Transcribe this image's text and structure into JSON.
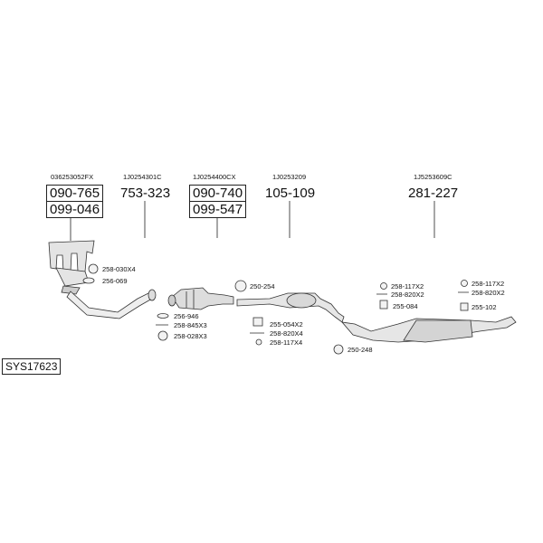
{
  "diagram_code": "SYS17623",
  "columns": [
    {
      "oem": "036253052FX",
      "parts": [
        "090-765",
        "099-046"
      ],
      "boxed": true
    },
    {
      "oem": "1J0254301C",
      "parts": [
        "753-323"
      ],
      "boxed": false
    },
    {
      "oem": "1J0254400CX",
      "parts": [
        "090-740",
        "099-547"
      ],
      "boxed": true
    },
    {
      "oem": "1J0253209",
      "parts": [
        "105-109"
      ],
      "boxed": false
    },
    {
      "oem": "1J5253609C",
      "parts": [
        "281-227"
      ],
      "boxed": false
    }
  ],
  "fittings": [
    {
      "id": "f1",
      "label": "258-030X4",
      "icon": "nut-icon"
    },
    {
      "id": "f2",
      "label": "256-069",
      "icon": "gasket-icon"
    },
    {
      "id": "f3",
      "label": "256-946",
      "icon": "gasket-icon"
    },
    {
      "id": "f4",
      "label": "258-845X3",
      "icon": "bolt-icon"
    },
    {
      "id": "f5",
      "label": "258-028X3",
      "icon": "nut-icon"
    },
    {
      "id": "f6",
      "label": "250-254",
      "icon": "clamp-icon"
    },
    {
      "id": "f7",
      "label": "255-054X2",
      "icon": "rubber-mount-icon"
    },
    {
      "id": "f8",
      "label": "258-820X4",
      "icon": "bolt-icon"
    },
    {
      "id": "f9",
      "label": "258-117X4",
      "icon": "washer-icon"
    },
    {
      "id": "f10",
      "label": "250-248",
      "icon": "clamp-icon"
    },
    {
      "id": "f11",
      "label": "258-117X2",
      "icon": "washer-icon"
    },
    {
      "id": "f12",
      "label": "258-820X2",
      "icon": "bolt-icon"
    },
    {
      "id": "f13",
      "label": "255-084",
      "icon": "rubber-mount-icon"
    },
    {
      "id": "f14",
      "label": "258-117X2",
      "icon": "washer-icon"
    },
    {
      "id": "f15",
      "label": "258-820X2",
      "icon": "bolt-icon"
    },
    {
      "id": "f16",
      "label": "255-102",
      "icon": "rubber-mount-icon"
    }
  ]
}
